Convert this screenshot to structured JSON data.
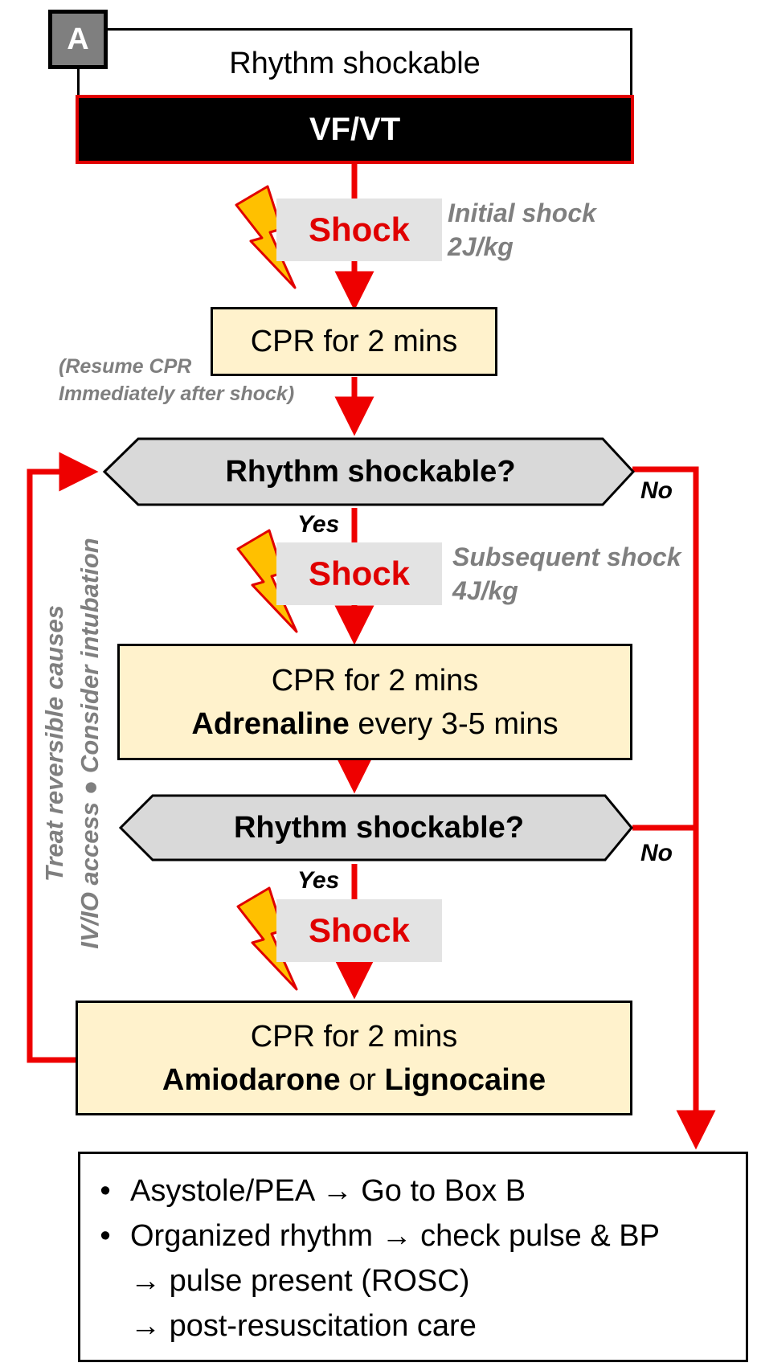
{
  "box_letter": "A",
  "header": {
    "title": "Rhythm shockable",
    "subtitle": "VF/VT"
  },
  "step1": {
    "shock_label": "Shock",
    "note_line1": "Initial shock",
    "note_line2": "2J/kg",
    "cpr": "CPR for 2 mins",
    "resume_line1": "(Resume CPR",
    "resume_line2": "Immediately after shock)"
  },
  "decision1": {
    "label": "Rhythm shockable?",
    "yes": "Yes",
    "no": "No"
  },
  "step2": {
    "shock_label": "Shock",
    "note_line1": "Subsequent shock",
    "note_line2": "4J/kg",
    "cpr": "CPR for 2 mins",
    "drug": "Adrenaline",
    "drug_rest": "every 3-5 mins"
  },
  "decision2": {
    "label": "Rhythm shockable?",
    "yes": "Yes",
    "no": "No"
  },
  "step3": {
    "shock_label": "Shock",
    "cpr": "CPR for 2 mins",
    "drug1": "Amiodarone",
    "or": "or",
    "drug2": "Lignocaine"
  },
  "side_note": {
    "line1": "Treat reversible causes",
    "line2": "IV/IO access ● Consider intubation"
  },
  "final": {
    "item1_text": "Asystole/PEA",
    "item1_result": "Go to Box B",
    "item2_text": "Organized rhythm",
    "item2_result": "check pulse & BP",
    "item3_result": "pulse present (ROSC)",
    "item4_result": "post-resuscitation care"
  },
  "colors": {
    "line": "#ee0000",
    "shock_text": "#e00000",
    "box_fill": "#fff2cc",
    "decision_fill": "#d9d9d9",
    "note_gray": "#7f7f7f",
    "bolt": "#ffc000",
    "bolt_edge": "#e00000"
  }
}
